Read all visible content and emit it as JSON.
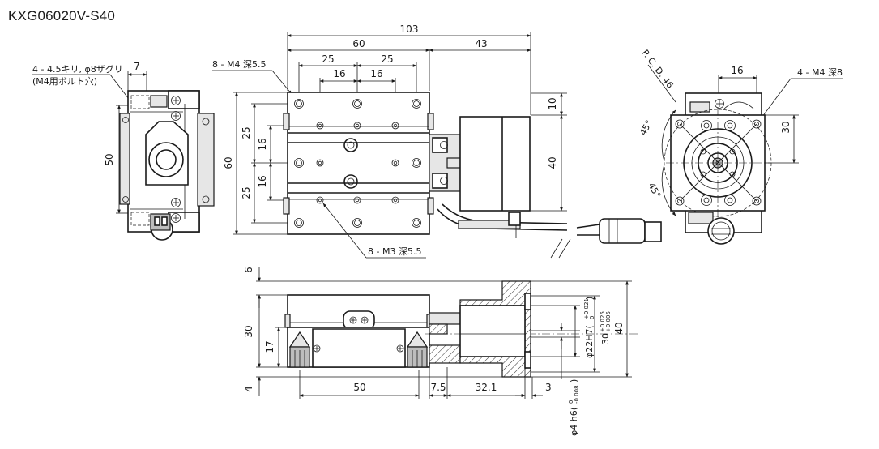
{
  "title": "KXG06020V-S40",
  "labels": {
    "counterbore_line1": "4 - 4.5キリ, φ8ザグリ",
    "counterbore_line2": "(M4用ボルト穴)",
    "m4_top": "8 - M4 深5.5",
    "m3": "8 - M3 深5.5",
    "m4_right": "4 - M4 深8",
    "pcd": "P. C. D. 46",
    "angle_upper": "45°",
    "angle_lower": "45°"
  },
  "dims": {
    "d7": "7",
    "d50_left": "50",
    "d103": "103",
    "d60_top": "60",
    "d43": "43",
    "d25a": "25",
    "d25b": "25",
    "d16a": "16",
    "d16b": "16",
    "d60_left": "60",
    "d25_v1": "25",
    "d16_v1": "16",
    "d16_v2": "16",
    "d25_v2": "25",
    "d10": "10",
    "d40_right": "40",
    "d16_rv": "16",
    "d30_rv": "30",
    "d6": "6",
    "d30_b": "30",
    "d17": "17",
    "d4": "4",
    "d50_b": "50",
    "d7_5": "7.5",
    "d32_1": "32.1",
    "d3": "3",
    "d40_b": "40",
    "phi22_main": "φ22H7(",
    "phi22_tol_up": "+0.021",
    "phi22_tol_dn": "0",
    "phi22_close": ")",
    "d30_main": "30",
    "d30_tol_up": "+0.025",
    "d30_tol_dn": "+0.005",
    "phi4_main": "φ4 h6(",
    "phi4_tol_up": "0",
    "phi4_tol_dn": "-0.008",
    "phi4_close": ")"
  }
}
